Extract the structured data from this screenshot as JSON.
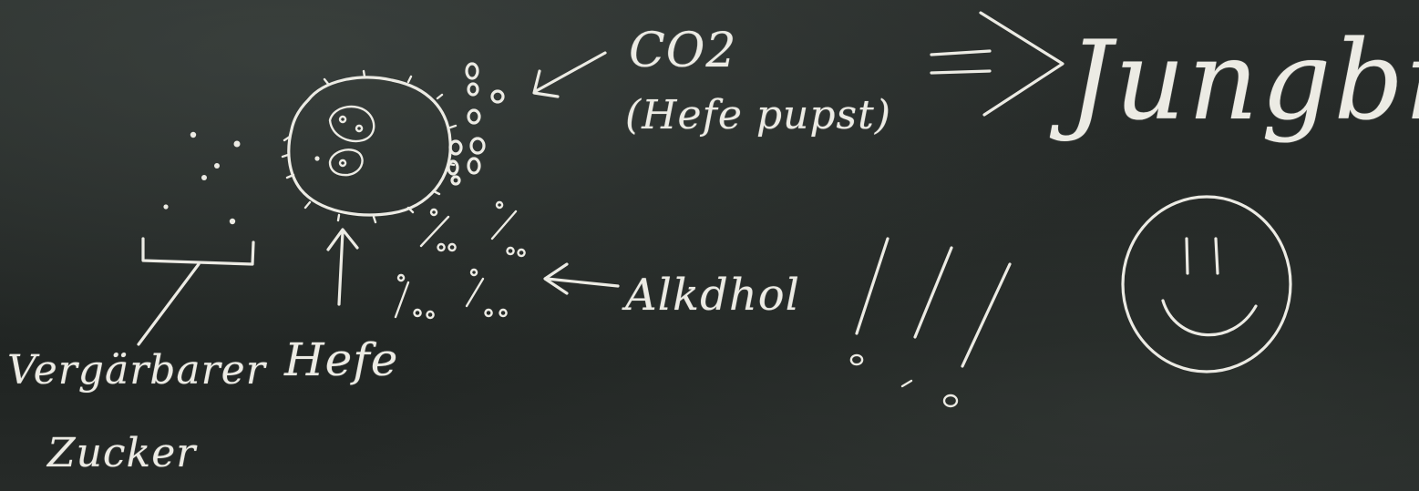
{
  "diagram": {
    "co2_label": "CO2",
    "yeast_remark": "(Hefe pupst)",
    "result_label": "Jungbier",
    "alcohol_label": "Alkdhol",
    "yeast_label": "Hefe",
    "sugar_label_line1": "Vergärbarer",
    "sugar_label_line2": "Zucker",
    "permille_symbol": "‰",
    "arrow_symbol": "⇒",
    "exclamation_marks": "!!!",
    "face_symbol": "smiley-face",
    "chalk_color": "#ecebe4",
    "board_color": "#232725"
  }
}
